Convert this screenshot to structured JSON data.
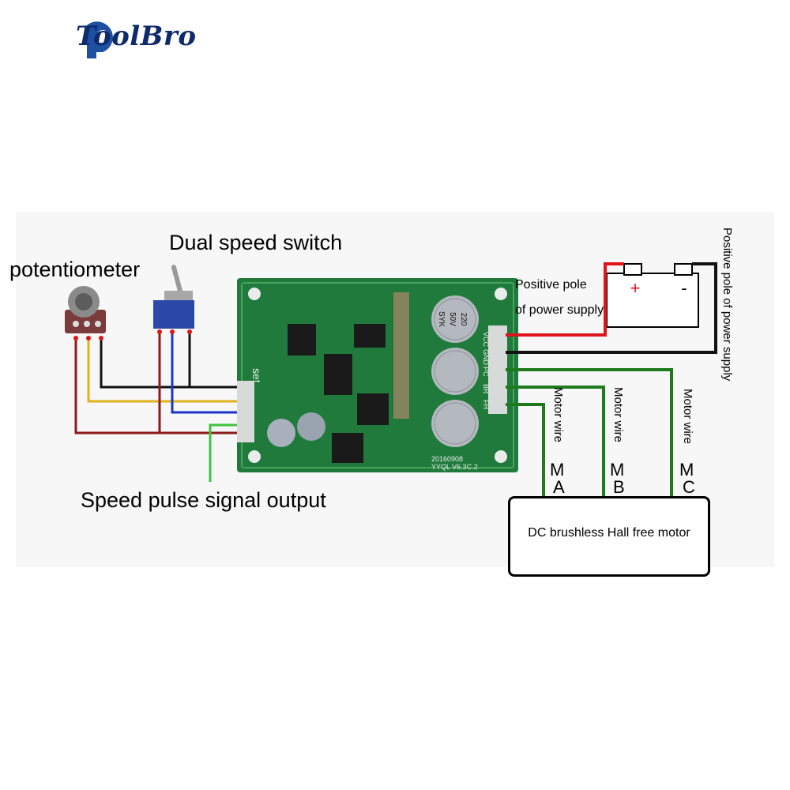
{
  "brand": {
    "name": "ToolBro",
    "logo_icon": "toolbro-logo-icon"
  },
  "labels": {
    "potentiometer": "potentiometer",
    "dual_speed_switch": "Dual speed switch",
    "speed_pulse": "Speed pulse signal output",
    "positive_pole_line1": "Positive pole",
    "positive_pole_line2": "of power supply",
    "positive_pole_vertical": "Positive pole of power supply",
    "motor": "DC brushless Hall free motor"
  },
  "motor_wires": [
    {
      "label": "Motor wire",
      "phase": "M",
      "letter": "A"
    },
    {
      "label": "Motor wire",
      "phase": "M",
      "letter": "B"
    },
    {
      "label": "Motor wire",
      "phase": "M",
      "letter": "C"
    }
  ],
  "battery": {
    "plus": "+",
    "minus": "-"
  },
  "board": {
    "capacitor_text": [
      "220",
      "50V",
      "SYK"
    ],
    "silk_left": "set",
    "pin_labels": [
      "VCC",
      "GND",
      "PC",
      "BR",
      "FH"
    ],
    "code": "20160908",
    "version": "YYQL V6.3C.2"
  },
  "colors": {
    "pcb": "#1f7a3c",
    "wire_red": "#e0141b",
    "wire_black": "#111111",
    "wire_green": "#1d7a1d",
    "wire_yellow": "#e2b21c",
    "wire_blue": "#1d33c9",
    "wire_dark_red": "#8c1a1a",
    "wire_light_green": "#3ec43e",
    "brand": "#0e2a6b"
  }
}
